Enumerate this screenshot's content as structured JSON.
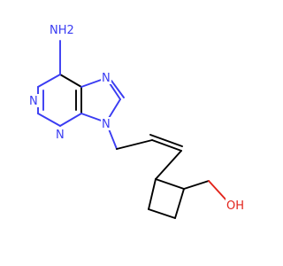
{
  "colors": {
    "background": "#ffffff",
    "carbon_bond": "#000000",
    "nitrogen": "#3a3cf2",
    "oxygen": "#e2231a"
  },
  "atoms": {
    "amine": "NH2",
    "n1": "N",
    "n3": "N",
    "n7": "N",
    "n9": "N",
    "hydroxyl": "OH"
  }
}
